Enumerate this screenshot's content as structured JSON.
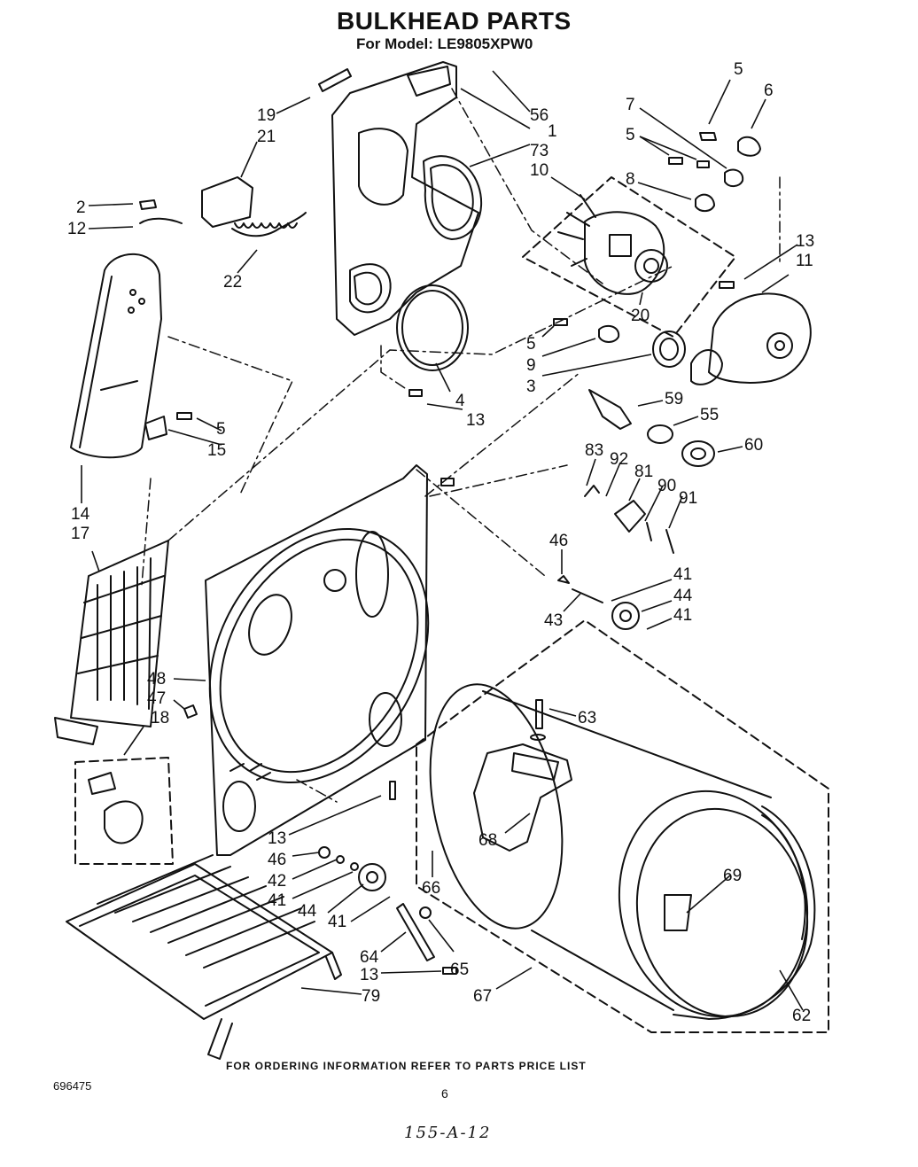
{
  "title": "BULKHEAD PARTS",
  "subtitle": "For Model: LE9805XPW0",
  "footer_note": "FOR ORDERING INFORMATION REFER TO PARTS PRICE LIST",
  "doc_number": "696475",
  "page_number": "6",
  "handwritten_note": "155-A-12",
  "callouts": [
    "5",
    "6",
    "7",
    "5",
    "19",
    "21",
    "56",
    "1",
    "73",
    "10",
    "8",
    "2",
    "12",
    "13",
    "11",
    "22",
    "20",
    "5",
    "9",
    "3",
    "4",
    "13",
    "59",
    "55",
    "5",
    "15",
    "60",
    "83",
    "92",
    "81",
    "90",
    "91",
    "14",
    "17",
    "46",
    "41",
    "44",
    "41",
    "43",
    "48",
    "47",
    "18",
    "63",
    "68",
    "13",
    "46",
    "42",
    "41",
    "44",
    "41",
    "66",
    "69",
    "64",
    "65",
    "13",
    "79",
    "67",
    "62"
  ]
}
